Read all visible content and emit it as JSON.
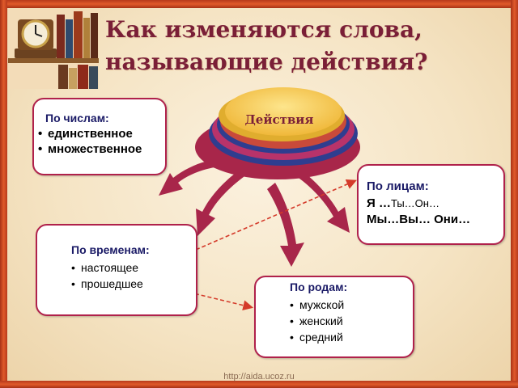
{
  "title": "Как изменяются слова,\nназывающие действия?",
  "center": {
    "label": "Действия"
  },
  "boxes": {
    "numbers": {
      "heading": "По числам:",
      "items": [
        "единственное",
        "множественное"
      ]
    },
    "persons": {
      "heading": "По лицам:",
      "line1_bold": "Я …",
      "line1_small": "Ты…Он…",
      "line2": "Мы…Вы… Они…"
    },
    "tenses": {
      "heading": "По временам:",
      "items": [
        "настоящее",
        "прошедшее"
      ]
    },
    "genders": {
      "heading": "По родам:",
      "items": [
        "мужской",
        "женский",
        "средний"
      ]
    }
  },
  "footer": {
    "url": "http://aida.ucoz.ru"
  },
  "colors": {
    "title": "#7a1f37",
    "arrow": "#a8264a",
    "box_border": "#b0214b",
    "dashed_arrow": "#d43a2a",
    "disc_core": "#f6c94a"
  },
  "icons": [
    "clock-icon",
    "bookshelf-icon"
  ]
}
